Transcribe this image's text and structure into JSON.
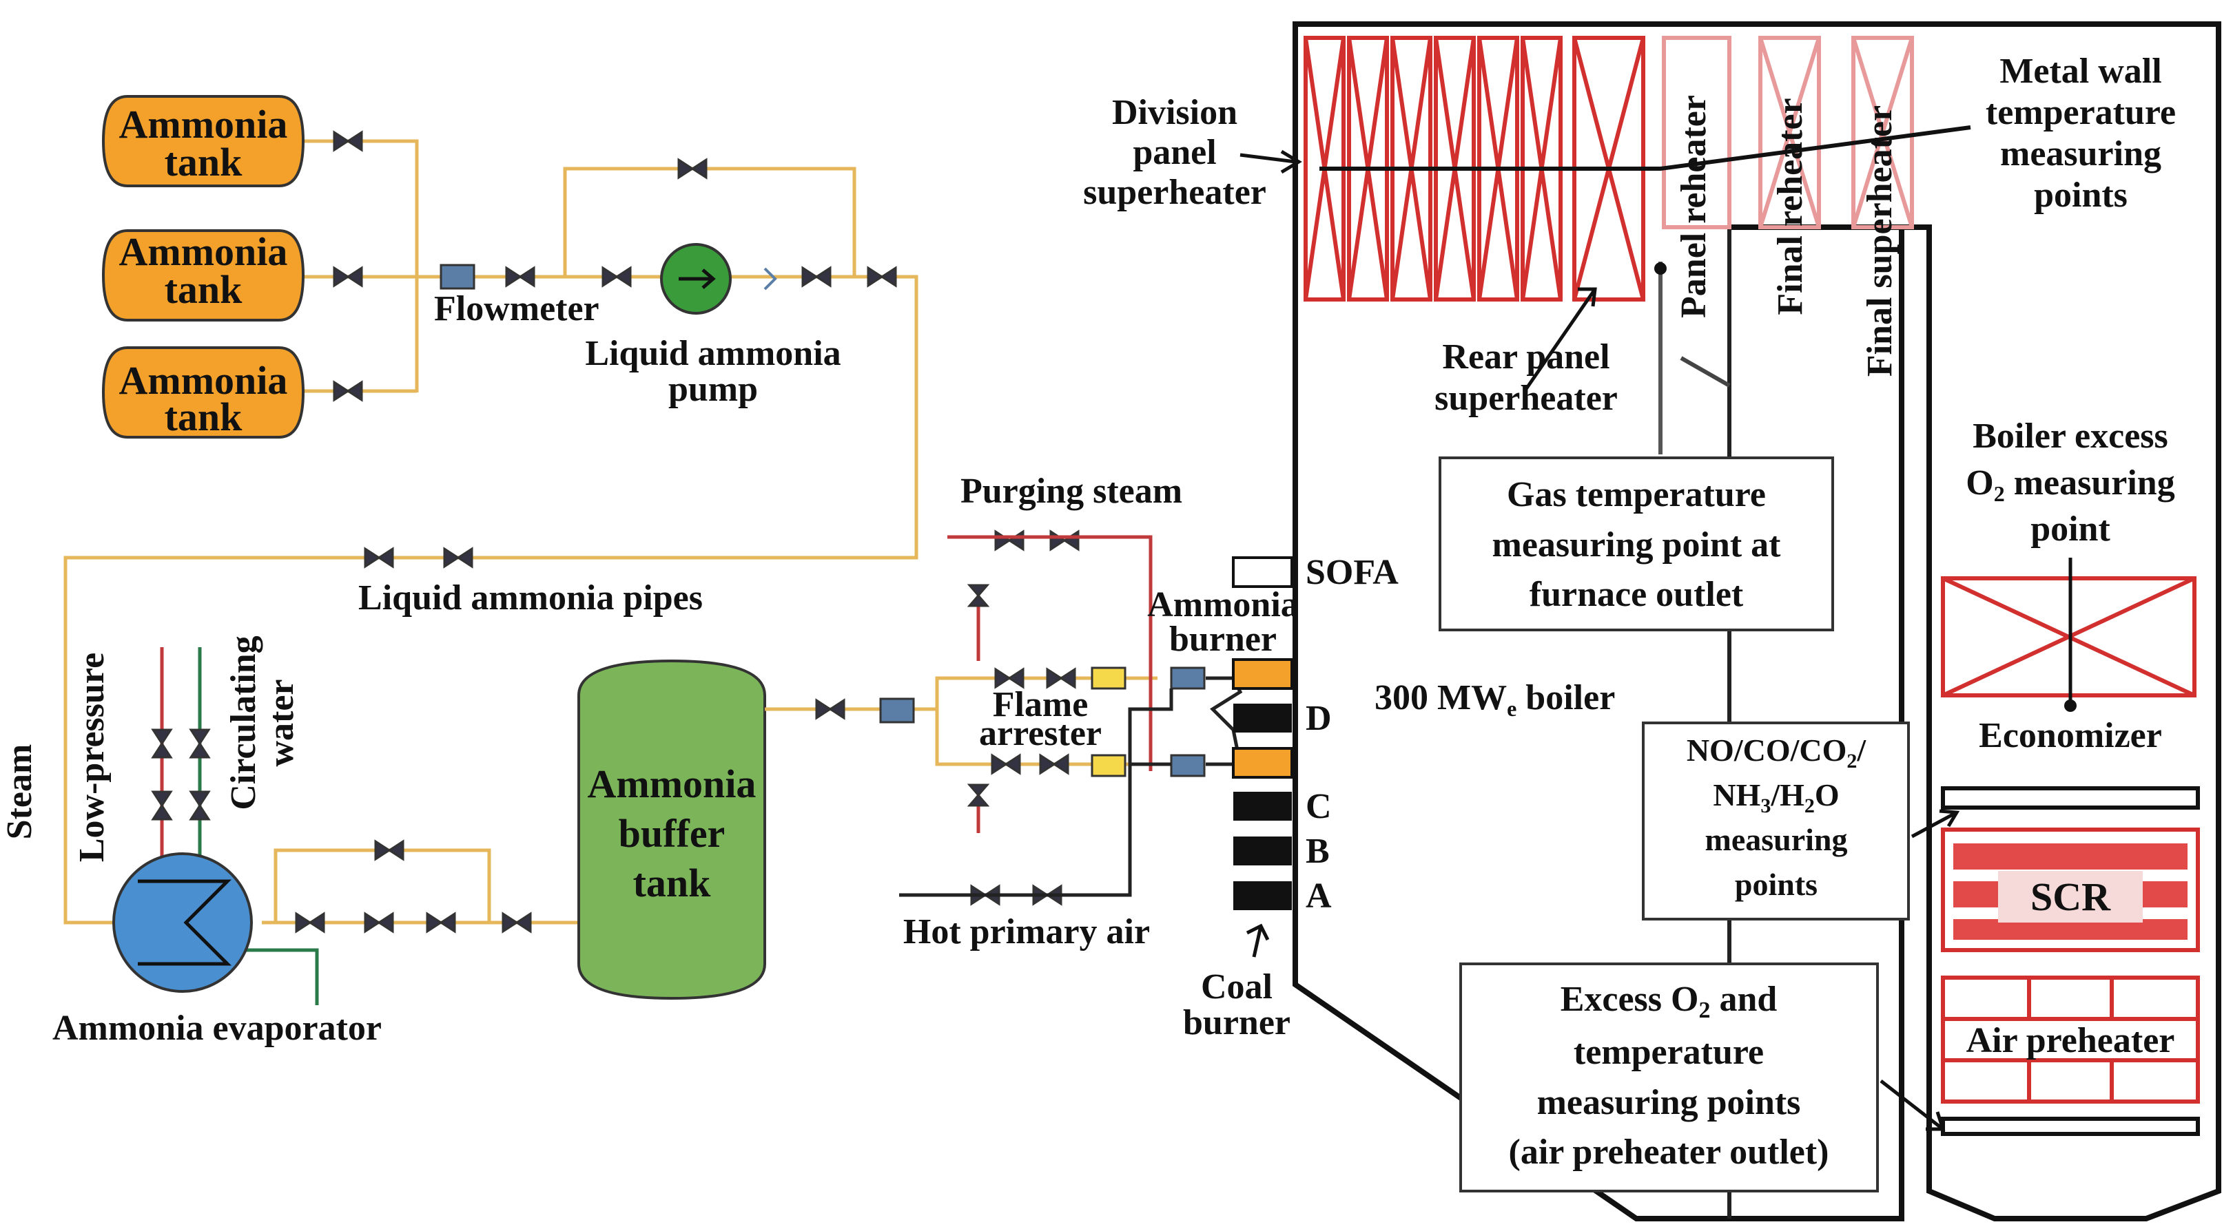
{
  "colors": {
    "ammonia_tank": "#f3a12a",
    "pump": "#3a9b3a",
    "buffer_tank": "#7cb45a",
    "evaporator": "#4a8fd0",
    "heater_red": "#d2302e",
    "burner_orange": "#f3a12a",
    "flame_arrester": "#f5d94a",
    "pipe_yellow": "#e5b75a"
  },
  "tanks": [
    {
      "line1": "Ammonia",
      "line2": "tank"
    },
    {
      "line1": "Ammonia",
      "line2": "tank"
    },
    {
      "line1": "Ammonia",
      "line2": "tank"
    }
  ],
  "labels": {
    "flowmeter": "Flowmeter",
    "pump_1": "Liquid ammonia",
    "pump_2": "pump",
    "liquid_pipes": "Liquid ammonia pipes",
    "steam": "Steam",
    "low_pressure": "Low-pressure",
    "circulating_1": "Circulating",
    "circulating_2": "water",
    "evaporator": "Ammonia evaporator",
    "buffer_1": "Ammonia",
    "buffer_2": "buffer",
    "buffer_3": "tank",
    "purging": "Purging steam",
    "flame_1": "Flame",
    "flame_2": "arrester",
    "hot_air": "Hot primary air",
    "ammonia_burner_1": "Ammonia",
    "ammonia_burner_2": "burner",
    "coal_1": "Coal",
    "coal_2": "burner",
    "sofa": "SOFA",
    "layer_d": "D",
    "layer_c": "C",
    "layer_b": "B",
    "layer_a": "A",
    "boiler": "300 MW",
    "boiler_sub": "e",
    "boiler_tail": " boiler",
    "division_1": "Division",
    "division_2": "panel",
    "division_3": "superheater",
    "rear_1": "Rear panel",
    "rear_2": "superheater",
    "panel_reheater": "Panel reheater",
    "final_reheater": "Final reheater",
    "final_superheater": "Final superheater",
    "metal_1": "Metal wall",
    "metal_2": "temperature",
    "metal_3": "measuring",
    "metal_4": "points",
    "gas_1": "Gas temperature",
    "gas_2": "measuring point at",
    "gas_3": "furnace outlet",
    "o2_1": "Boiler excess",
    "o2_2a": "O",
    "o2_2sub": "2",
    "o2_2b": " measuring",
    "o2_3": "point",
    "economizer": "Economizer",
    "no_1": "NO/CO/CO",
    "no_1sub": "2",
    "no_1tail": "/",
    "no_2a": "NH",
    "no_2sub1": "3",
    "no_2b": "/H",
    "no_2sub2": "2",
    "no_2c": "O",
    "no_3": "measuring",
    "no_4": "points",
    "scr": "SCR",
    "air_preheater": "Air preheater",
    "ex_1a": "Excess O",
    "ex_1sub": "2",
    "ex_1b": " and",
    "ex_2": "temperature",
    "ex_3": "measuring points",
    "ex_4": "(air preheater outlet)"
  }
}
